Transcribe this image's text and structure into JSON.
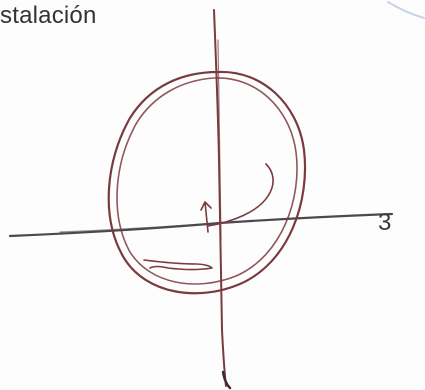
{
  "page": {
    "header_text": "stalación",
    "axis_label": "3"
  },
  "colors": {
    "pen_ink": "#7a3b3e",
    "axis_ink": "#4a4a4e",
    "printed_text": "#333333",
    "corner_mark": "#c9d3e6"
  },
  "icons": {
    "sketch": "hand-drawn-circle-with-cross-axes"
  }
}
